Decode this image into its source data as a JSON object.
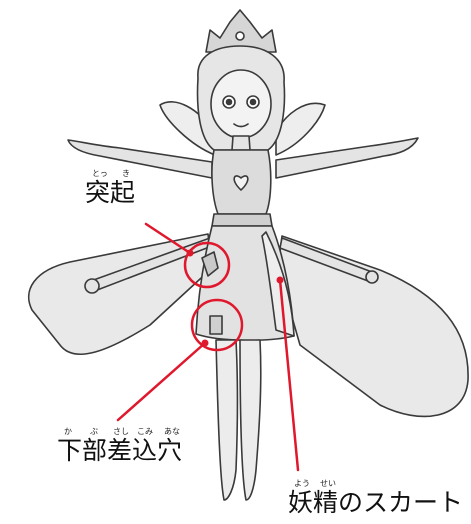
{
  "colors": {
    "outline": "#3a3a3a",
    "fill": "#e4e4e4",
    "wing": "#e9e9e9",
    "callout": "#e0182d",
    "text": "#111111"
  },
  "labels": {
    "protrusion": {
      "text": "突起",
      "ruby": [
        "とっ",
        "き"
      ]
    },
    "jack": {
      "text": "下部差込穴",
      "ruby": [
        "か",
        "ぶ",
        "さし",
        "こみ",
        "あな"
      ]
    },
    "skirt": {
      "text": "妖精のスカート",
      "ruby": [
        "よう",
        "せい"
      ]
    }
  }
}
